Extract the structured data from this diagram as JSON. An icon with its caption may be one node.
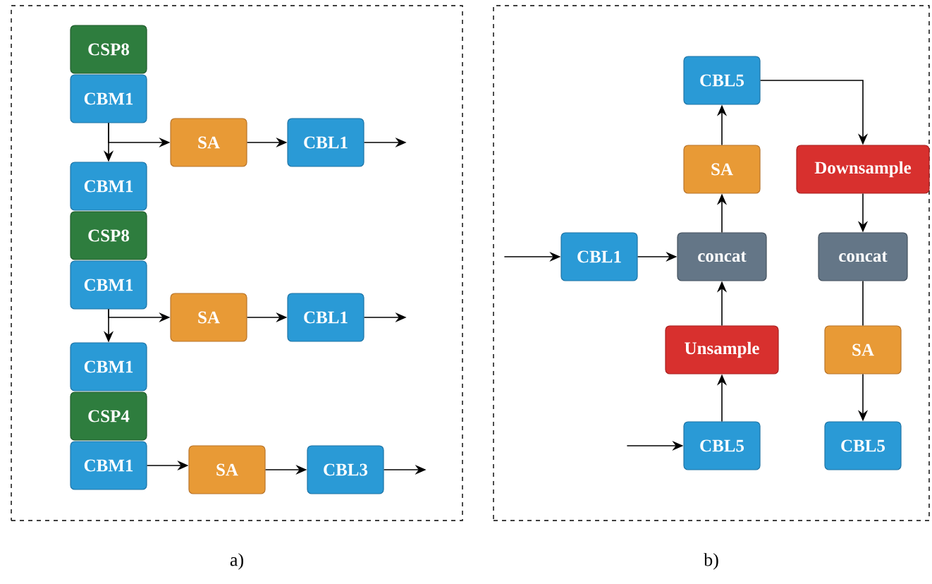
{
  "diagram": {
    "nodes": [
      {
        "text": [
          "a)"
        ]
      },
      {
        "text": [
          "CSP8"
        ],
        "in": 0
      },
      {
        "text": [
          "CBM1"
        ],
        "in": 0
      },
      {
        "text": [
          "SA"
        ],
        "in": 0
      },
      {
        "text": [
          "CBL1"
        ],
        "in": 0
      },
      {
        "text": [
          "CBM1"
        ],
        "in": 0
      },
      {
        "text": [
          "CSP8"
        ],
        "in": 0
      },
      {
        "text": [
          "CBM1"
        ],
        "in": 0
      },
      {
        "text": [
          "SA"
        ],
        "in": 0
      },
      {
        "text": [
          "CBL1"
        ],
        "in": 0
      },
      {
        "text": [
          "CBM1"
        ],
        "in": 0
      },
      {
        "text": [
          "CSP4"
        ],
        "in": 0
      },
      {
        "text": [
          "CBM1"
        ],
        "in": 0
      },
      {
        "text": [
          "SA"
        ],
        "in": 0
      },
      {
        "text": [
          "CBL3"
        ],
        "in": 0
      },
      {
        "text": [
          "b)"
        ]
      },
      {
        "text": [
          "CBL5"
        ],
        "in": 15
      },
      {
        "text": [
          "SA"
        ],
        "in": 15
      },
      {
        "text": [
          "Downsample"
        ],
        "in": 15
      },
      {
        "text": [
          "CBL1"
        ],
        "in": 15
      },
      {
        "text": [
          "concat"
        ],
        "in": 15
      },
      {
        "text": [
          "concat"
        ],
        "in": 15
      },
      {
        "text": [
          "Unsample"
        ],
        "in": 15
      },
      {
        "text": [
          "SA"
        ],
        "in": 15
      },
      {
        "text": [
          "CBL5"
        ],
        "in": 15
      },
      {
        "text": [
          "CBL5"
        ],
        "in": 15
      }
    ],
    "edges": [
      {
        "from": 2,
        "to": 5,
        "arrow": "to"
      },
      {
        "from": 2,
        "to": 3,
        "arrow": "to"
      },
      {
        "from": 3,
        "to": 4,
        "arrow": "to"
      },
      {
        "from": 4,
        "to": null,
        "arrow": "to"
      },
      {
        "from": 7,
        "to": 10,
        "arrow": "to"
      },
      {
        "from": 7,
        "to": 8,
        "arrow": "to"
      },
      {
        "from": 8,
        "to": 9,
        "arrow": "to"
      },
      {
        "from": 9,
        "to": null,
        "arrow": "to"
      },
      {
        "from": 12,
        "to": 13,
        "arrow": "to"
      },
      {
        "from": 13,
        "to": 14,
        "arrow": "to"
      },
      {
        "from": 14,
        "to": null,
        "arrow": "to"
      },
      {
        "from": null,
        "to": 19,
        "arrow": "to"
      },
      {
        "from": 19,
        "to": 20,
        "arrow": "to"
      },
      {
        "from": null,
        "to": 24,
        "arrow": "to"
      },
      {
        "from": 24,
        "to": 22,
        "arrow": "to"
      },
      {
        "from": 22,
        "to": 20,
        "arrow": "to"
      },
      {
        "from": 20,
        "to": 17,
        "arrow": "to"
      },
      {
        "from": 17,
        "to": 16,
        "arrow": "to"
      },
      {
        "from": 16,
        "to": 18,
        "arrow": "to"
      },
      {
        "from": 18,
        "to": 21,
        "arrow": "to"
      },
      {
        "from": 21,
        "to": 23,
        "arrow": "none"
      },
      {
        "from": 23,
        "to": 25,
        "arrow": "to"
      }
    ]
  }
}
